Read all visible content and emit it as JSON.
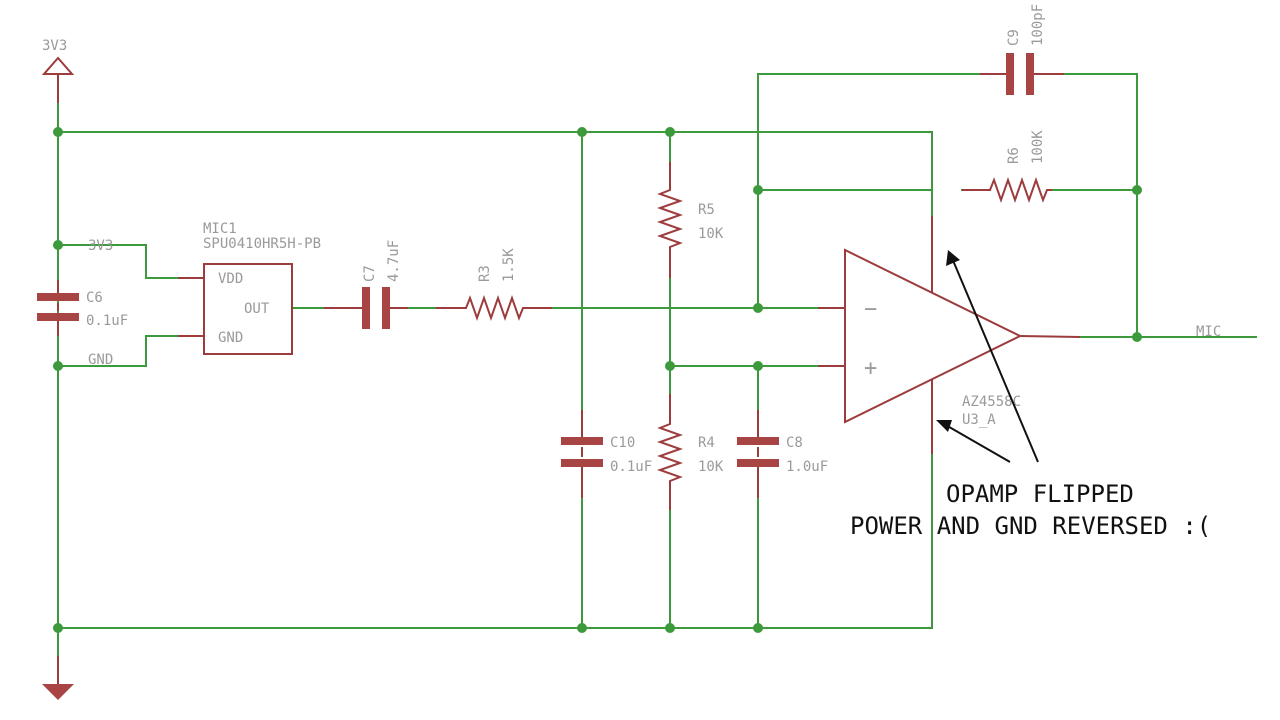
{
  "supply": {
    "top_label": "3V3"
  },
  "mic": {
    "name": "MIC1",
    "part": "SPU0410HR5H-PB",
    "pin_vdd": "VDD",
    "pin_out": "OUT",
    "pin_gnd": "GND",
    "net_vdd": "3V3",
    "net_gnd": "GND"
  },
  "c6": {
    "name": "C6",
    "value": "0.1uF"
  },
  "c7": {
    "name": "C7",
    "value": "4.7uF"
  },
  "r3": {
    "name": "R3",
    "value": "1.5K"
  },
  "r5": {
    "name": "R5",
    "value": "10K"
  },
  "r4": {
    "name": "R4",
    "value": "10K"
  },
  "c10": {
    "name": "C10",
    "value": "0.1uF"
  },
  "c8": {
    "name": "C8",
    "value": "1.0uF"
  },
  "c9": {
    "name": "C9",
    "value": "100pF"
  },
  "r6": {
    "name": "R6",
    "value": "100K"
  },
  "opamp": {
    "part": "AZ4558C",
    "ref": "U3_A",
    "minus": "−",
    "plus": "+"
  },
  "output_net": "MIC",
  "annotation": {
    "line1": "OPAMP FLIPPED",
    "line2": "POWER AND GND REVERSED :("
  },
  "colors": {
    "wire": "#3c9a3c",
    "component": "#9c3c3c",
    "label": "#9a9a9a",
    "note": "#111111"
  }
}
